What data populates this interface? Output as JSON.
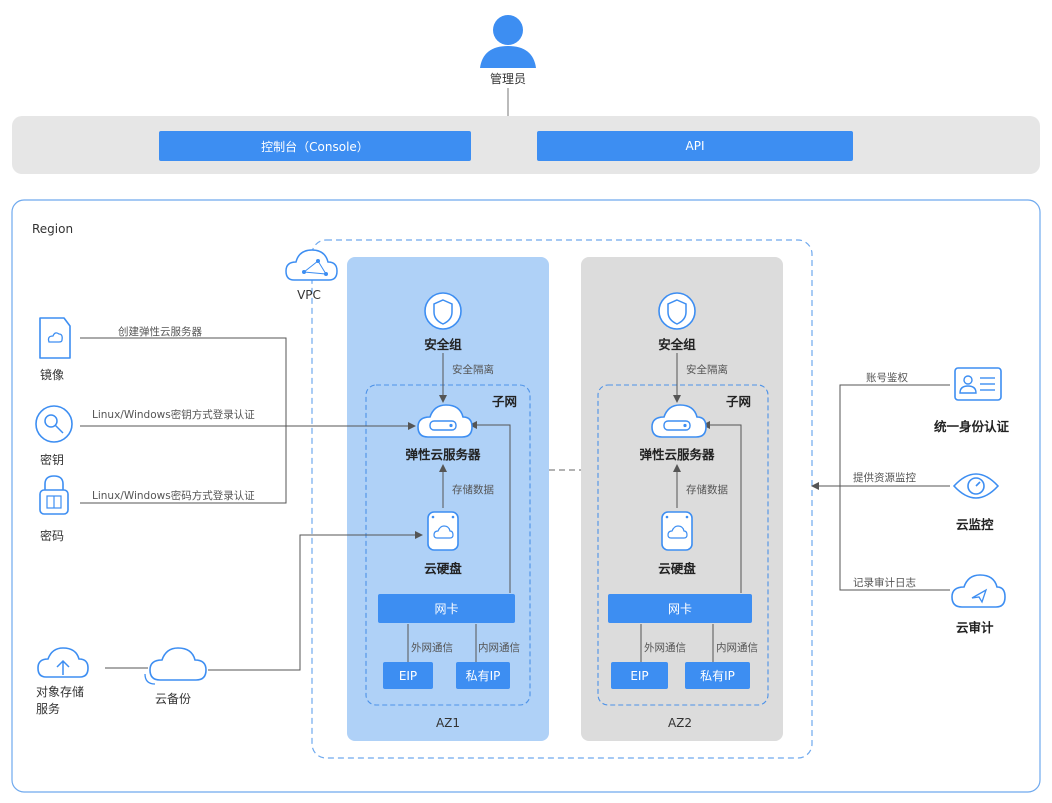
{
  "admin": {
    "label": "管理员"
  },
  "access": {
    "console": "控制台（Console）",
    "api": "API"
  },
  "region": {
    "label": "Region"
  },
  "vpc": {
    "label": "VPC"
  },
  "left": {
    "image": "镜像",
    "key": "密钥",
    "password": "密码",
    "object_storage": "对象存储\n服务",
    "backup": "云备份",
    "create_ecs": "创建弹性云服务器",
    "key_login": "Linux/Windows密钥方式登录认证",
    "pwd_login": "Linux/Windows密码方式登录认证"
  },
  "az1": {
    "name": "AZ1",
    "security_group": "安全组",
    "isolation": "安全隔离",
    "subnet": "子网",
    "ecs": "弹性云服务器",
    "storage": "存储数据",
    "disk": "云硬盘",
    "nic": "网卡",
    "external": "外网通信",
    "internal": "内网通信",
    "eip": "EIP",
    "private_ip": "私有IP"
  },
  "az2": {
    "name": "AZ2",
    "security_group": "安全组",
    "isolation": "安全隔离",
    "subnet": "子网",
    "ecs": "弹性云服务器",
    "storage": "存储数据",
    "disk": "云硬盘",
    "nic": "网卡",
    "external": "外网通信",
    "internal": "内网通信",
    "eip": "EIP",
    "private_ip": "私有IP"
  },
  "right": {
    "auth_label": "账号鉴权",
    "iam": "统一身份认证",
    "monitor_label": "提供资源监控",
    "ces": "云监控",
    "trace_label": "记录审计日志",
    "cts": "云审计"
  },
  "colors": {
    "accent": "#3d8ef2",
    "az1_bg": "#afd1f7",
    "az2_bg": "#dcdcdc",
    "bar_bg": "#e6e6e6"
  }
}
